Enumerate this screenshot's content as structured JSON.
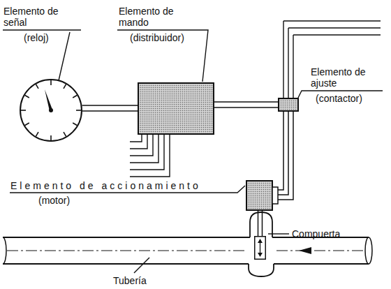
{
  "diagram": {
    "nodes": [
      {
        "text": [
          "Elemento de señal",
          "(reloj)"
        ]
      },
      {
        "text": [
          "Elemento de mando",
          "(distribuidor)"
        ]
      },
      {
        "text": [
          "Elemento de ajuste",
          "(contactor)"
        ]
      },
      {
        "text": [
          "Elemento de accionamiento",
          "(motor)"
        ]
      },
      {
        "text": [
          "Compuerta"
        ]
      },
      {
        "text": [
          "Tubería"
        ]
      }
    ],
    "edges": [
      {
        "from": 0,
        "to": 1,
        "arrow": "none"
      },
      {
        "from": 1,
        "to": 2,
        "arrow": "none"
      },
      {
        "from": 2,
        "to": 3,
        "arrow": "none"
      },
      {
        "from": 3,
        "to": 4,
        "arrow": "none"
      }
    ]
  }
}
